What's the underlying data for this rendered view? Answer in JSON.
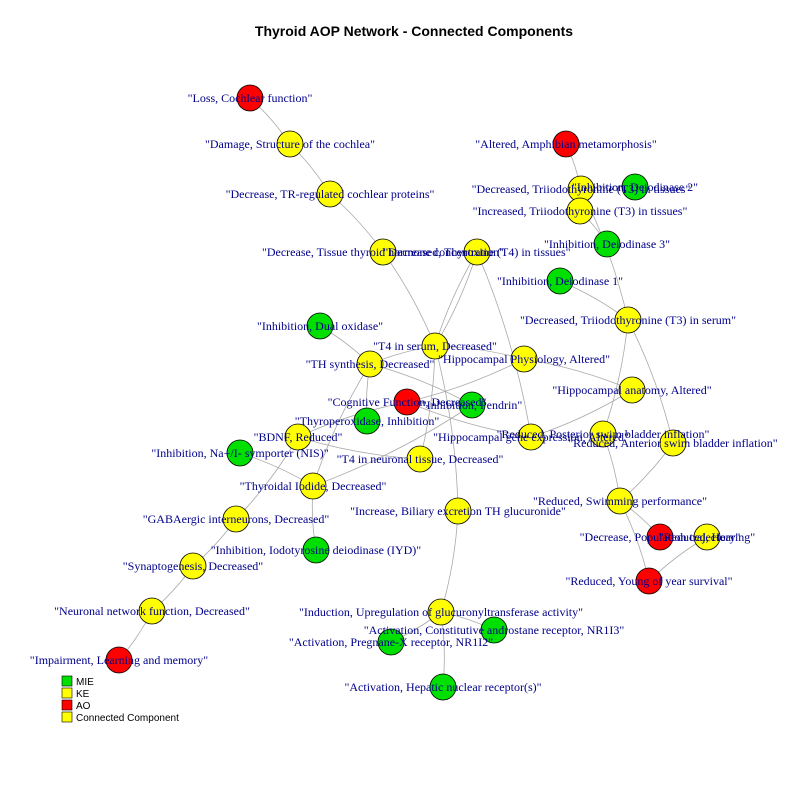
{
  "title": "Thyroid AOP Network - Connected Components",
  "colors": {
    "MIE": "#00e000",
    "KE": "#ffff00",
    "AO": "#ff0000",
    "Connected Component": "#ffff00"
  },
  "legend": [
    {
      "label": "MIE",
      "type": "MIE"
    },
    {
      "label": "KE",
      "type": "KE"
    },
    {
      "label": "AO",
      "type": "AO"
    },
    {
      "label": "Connected Component",
      "type": "Connected Component"
    }
  ],
  "nodes": [
    {
      "id": "n1",
      "label": "\"Loss, Cochlear function\"",
      "type": "AO"
    },
    {
      "id": "n2",
      "label": "\"Damage, Structure of the cochlea\"",
      "type": "KE"
    },
    {
      "id": "n3",
      "label": "\"Decrease, TR-regulated cochlear proteins\"",
      "type": "KE"
    },
    {
      "id": "n4",
      "label": "\"Decrease, Tissue thyroid hormone concentration\"",
      "type": "KE"
    },
    {
      "id": "n5",
      "label": "\"Decreased, Thyroxine (T4) in tissues\"",
      "type": "KE"
    },
    {
      "id": "n6",
      "label": "\"Altered, Amphibian metamorphosis\"",
      "type": "AO"
    },
    {
      "id": "n7",
      "label": "\"Decreased, Triiodothyronine (T3) in tissues\"",
      "type": "KE"
    },
    {
      "id": "n8",
      "label": "\"Inhibition, Deiodinase 2\"",
      "type": "MIE"
    },
    {
      "id": "n9",
      "label": "\"Increased, Triiodothyronine (T3) in tissues\"",
      "type": "KE"
    },
    {
      "id": "n10",
      "label": "\"Inhibition, Deiodinase 3\"",
      "type": "MIE"
    },
    {
      "id": "n11",
      "label": "\"Inhibition, Deiodinase 1\"",
      "type": "MIE"
    },
    {
      "id": "n12",
      "label": "\"Decreased, Triiodothyronine (T3) in serum\"",
      "type": "KE"
    },
    {
      "id": "n13",
      "label": "\"Inhibition, Dual oxidase\"",
      "type": "MIE"
    },
    {
      "id": "n14",
      "label": "\"T4 in serum, Decreased\"",
      "type": "KE"
    },
    {
      "id": "n15",
      "label": "\"TH synthesis, Decreased\"",
      "type": "KE"
    },
    {
      "id": "n16",
      "label": "\"Hippocampal Physiology, Altered\"",
      "type": "KE"
    },
    {
      "id": "n17",
      "label": "\"Hippocampal anatomy, Altered\"",
      "type": "KE"
    },
    {
      "id": "n18",
      "label": "\"Cognitive Function, Decreased\"",
      "type": "AO"
    },
    {
      "id": "n19",
      "label": "\"Inhibition, Pendrin\"",
      "type": "MIE"
    },
    {
      "id": "n20",
      "label": "\"Thyroperoxidase, Inhibition\"",
      "type": "MIE"
    },
    {
      "id": "n21",
      "label": "\"BDNF, Reduced\"",
      "type": "KE"
    },
    {
      "id": "n22",
      "label": "\"Hippocampal gene expression, Altered\"",
      "type": "KE"
    },
    {
      "id": "n23",
      "label": "\"Reduced, Posterior swim bladder inflation\"",
      "type": "KE"
    },
    {
      "id": "n24",
      "label": "\"Reduced, Anterior swim bladder inflation\"",
      "type": "KE"
    },
    {
      "id": "n25",
      "label": "\"Inhibition, Na+/I- symporter (NIS)\"",
      "type": "MIE"
    },
    {
      "id": "n26",
      "label": "\"T4 in neuronal tissue, Decreased\"",
      "type": "KE"
    },
    {
      "id": "n27",
      "label": "\"Thyroidal Iodide, Decreased\"",
      "type": "KE"
    },
    {
      "id": "n28",
      "label": "\"Reduced, Swimming performance\"",
      "type": "KE"
    },
    {
      "id": "n29",
      "label": "\"GABAergic interneurons, Decreased\"",
      "type": "KE"
    },
    {
      "id": "n30",
      "label": "\"Increase, Biliary excretion TH glucuronide\"",
      "type": "KE"
    },
    {
      "id": "n31",
      "label": "\"Decrease, Population trajectory\"",
      "type": "AO"
    },
    {
      "id": "n32",
      "label": "\"Reduced, Hearing\"",
      "type": "KE"
    },
    {
      "id": "n33",
      "label": "\"Inhibition, Iodotyrosine deiodinase (IYD)\"",
      "type": "MIE"
    },
    {
      "id": "n34",
      "label": "\"Synaptogenesis, Decreased\"",
      "type": "KE"
    },
    {
      "id": "n35",
      "label": "\"Reduced, Young of year survival\"",
      "type": "AO"
    },
    {
      "id": "n36",
      "label": "\"Neuronal network function, Decreased\"",
      "type": "KE"
    },
    {
      "id": "n37",
      "label": "\"Induction, Upregulation of glucuronyltransferase activity\"",
      "type": "KE"
    },
    {
      "id": "n38",
      "label": "\"Activation, Constitutive androstane receptor, NR1I3\"",
      "type": "MIE"
    },
    {
      "id": "n39",
      "label": "\"Activation, Pregnane-X receptor, NR1I2\"",
      "type": "MIE"
    },
    {
      "id": "n40",
      "label": "\"Impairment, Learning and memory\"",
      "type": "AO"
    },
    {
      "id": "n41",
      "label": "\"Activation, Hepatic nuclear receptor(s)\"",
      "type": "MIE"
    }
  ],
  "edges": [
    [
      "n1",
      "n2"
    ],
    [
      "n2",
      "n3"
    ],
    [
      "n3",
      "n4"
    ],
    [
      "n4",
      "n14"
    ],
    [
      "n5",
      "n14"
    ],
    [
      "n5",
      "n22"
    ],
    [
      "n6",
      "n7"
    ],
    [
      "n7",
      "n8"
    ],
    [
      "n7",
      "n9"
    ],
    [
      "n9",
      "n10"
    ],
    [
      "n7",
      "n12"
    ],
    [
      "n11",
      "n12"
    ],
    [
      "n12",
      "n24"
    ],
    [
      "n12",
      "n23"
    ],
    [
      "n13",
      "n15"
    ],
    [
      "n15",
      "n14"
    ],
    [
      "n20",
      "n15"
    ],
    [
      "n27",
      "n15"
    ],
    [
      "n25",
      "n27"
    ],
    [
      "n33",
      "n27"
    ],
    [
      "n14",
      "n26"
    ],
    [
      "n14",
      "n30"
    ],
    [
      "n14",
      "n16"
    ],
    [
      "n14",
      "n5"
    ],
    [
      "n26",
      "n21"
    ],
    [
      "n21",
      "n29"
    ],
    [
      "n29",
      "n34"
    ],
    [
      "n34",
      "n36"
    ],
    [
      "n36",
      "n40"
    ],
    [
      "n16",
      "n17"
    ],
    [
      "n17",
      "n22"
    ],
    [
      "n16",
      "n18"
    ],
    [
      "n19",
      "n27"
    ],
    [
      "n23",
      "n28"
    ],
    [
      "n24",
      "n28"
    ],
    [
      "n28",
      "n31"
    ],
    [
      "n28",
      "n35"
    ],
    [
      "n35",
      "n32"
    ],
    [
      "n30",
      "n37"
    ],
    [
      "n37",
      "n38"
    ],
    [
      "n37",
      "n39"
    ],
    [
      "n37",
      "n41"
    ],
    [
      "n21",
      "n18"
    ],
    [
      "n22",
      "n18"
    ],
    [
      "n15",
      "n19"
    ]
  ]
}
